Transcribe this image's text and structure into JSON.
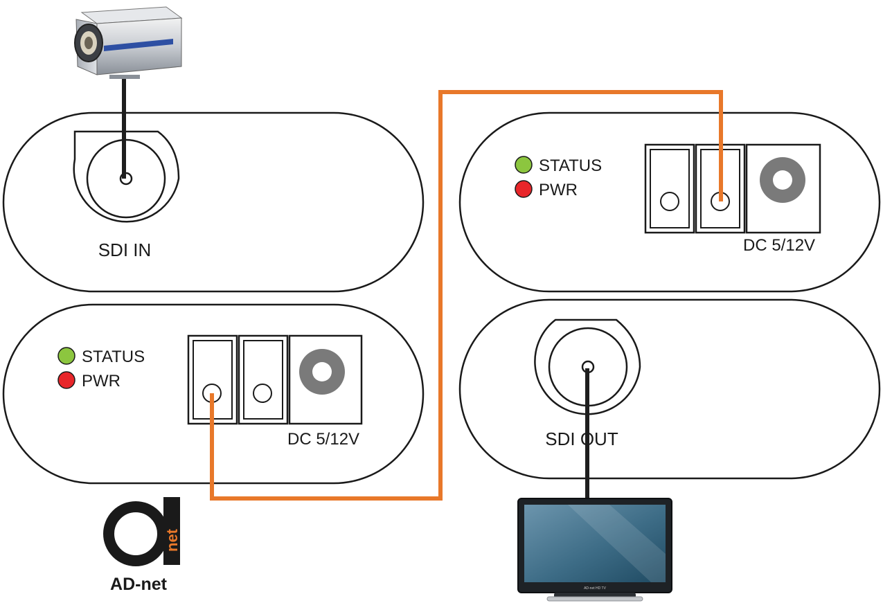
{
  "left_tx": {
    "top_panel": {
      "port_label": "SDI IN"
    },
    "bottom_panel": {
      "status_label": "STATUS",
      "pwr_label": "PWR",
      "dc_label": "DC 5/12V"
    }
  },
  "right_rx": {
    "top_panel": {
      "status_label": "STATUS",
      "pwr_label": "PWR",
      "dc_label": "DC 5/12V"
    },
    "bottom_panel": {
      "port_label": "SDI OUT"
    }
  },
  "logo": {
    "brand_text": "AD-net",
    "mark_text": "net"
  },
  "tv": {
    "bezel_text": "AD-net HD TV"
  },
  "colors": {
    "cable_orange": "#e8782a",
    "cable_black": "#1e1e1e",
    "status_led": "#8cc63f",
    "pwr_led": "#e8262a",
    "dc_jack": "#7a7a7a",
    "logo_orange": "#e8782a"
  }
}
